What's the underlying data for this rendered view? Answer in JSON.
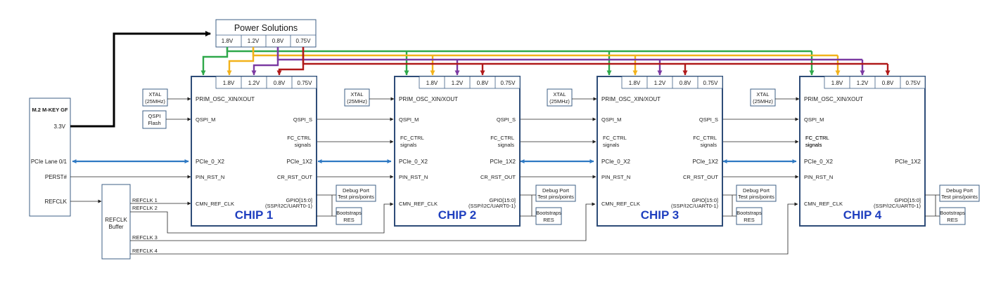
{
  "power_solutions": {
    "title": "Power Solutions",
    "rails": [
      "1.8V",
      "1.2V",
      "0.8V",
      "0.75V"
    ],
    "rail_colors": [
      "#2ea84a",
      "#f2b21b",
      "#7b3aa2",
      "#b01a1a"
    ]
  },
  "m2": {
    "title": "M.2 M-KEY GF",
    "v33": "3.3V",
    "pcie_lane": "PCIe Lane 0/1",
    "perst": "PERST#",
    "refclk": "REFCLK"
  },
  "refclk_buffer": {
    "line1": "REFCLK",
    "line2": "Buffer",
    "outputs": [
      "REFCLK 1",
      "REFCLK 2",
      "REFCLK 3",
      "REFCLK 4"
    ]
  },
  "xtal": {
    "line1": "XTAL",
    "line2": "(25MHz)"
  },
  "qspi_flash": {
    "line1": "QSPI",
    "line2": "Flash"
  },
  "debug_port": {
    "line1": "Debug Port",
    "line2": "Test pins/points"
  },
  "bootstraps": {
    "line1": "Bootstraps",
    "line2": "RES"
  },
  "chip_pins": {
    "prim_osc": "PRIM_OSC_XIN/XOUT",
    "qspi_m": "QSPI_M",
    "qspi_s": "QSPI_S",
    "fc_ctrl_1": "FC_CTRL",
    "fc_ctrl_2": "signals",
    "pcie0": "PCIe_0_X2",
    "pcie1": "PCIe_1X2",
    "pin_rst": "PIN_RST_N",
    "cr_rst": "CR_RST_OUT",
    "cmn_ref": "CMN_REF_CLK",
    "gpio1": "GPIO[15:0]",
    "gpio2": "(SSP/I2C/UART0-1)"
  },
  "chips": [
    "CHIP 1",
    "CHIP 2",
    "CHIP 3",
    "CHIP 4"
  ]
}
